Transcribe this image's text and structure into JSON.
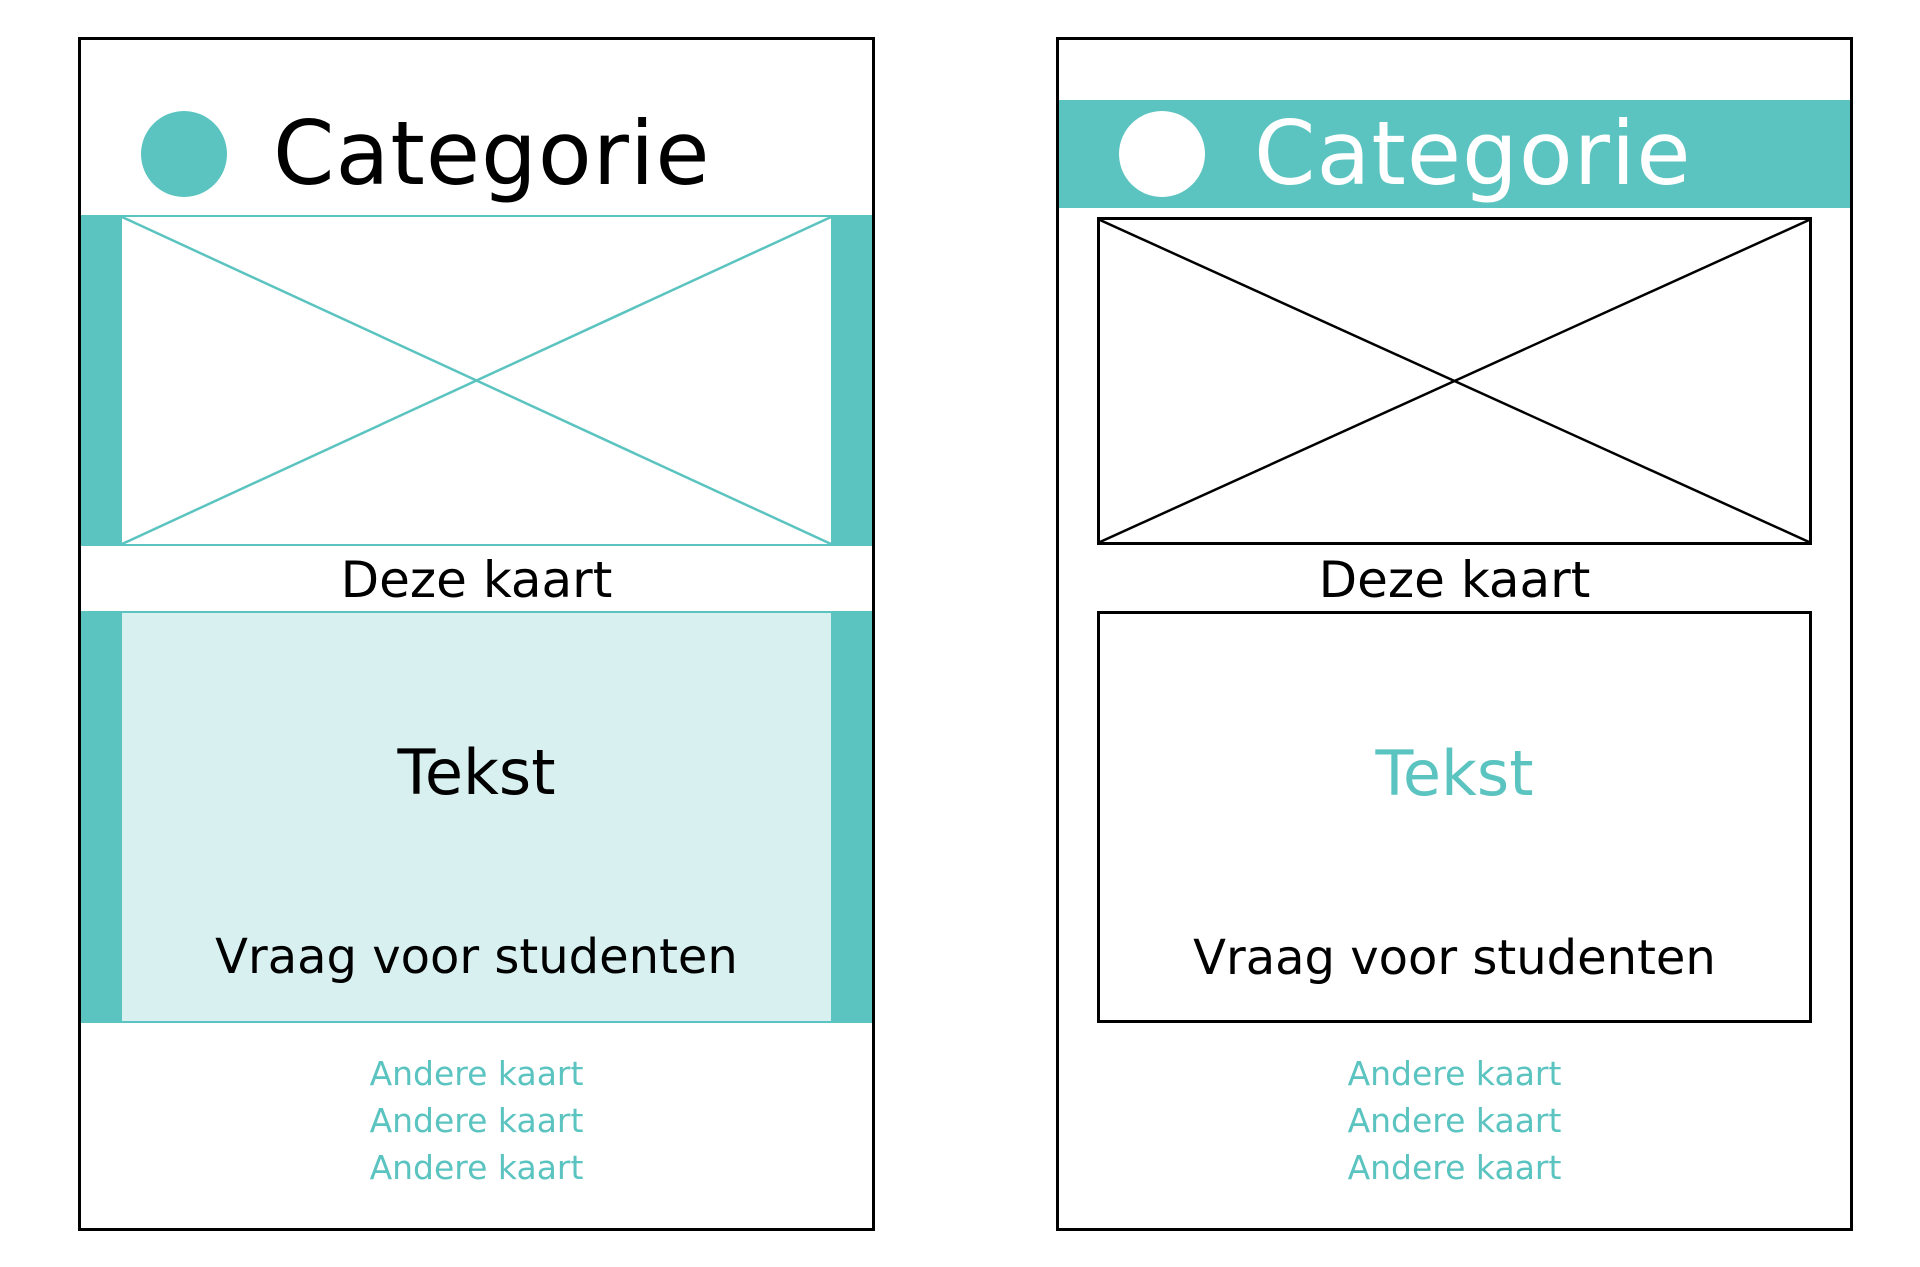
{
  "colors": {
    "accent": "#5bc4c0",
    "accent_light": "#d8f1f0",
    "outline": "#000000"
  },
  "cards": {
    "left": {
      "category_title": "Categorie",
      "caption": "Deze kaart",
      "text_heading": "Tekst",
      "question": "Vraag voor studenten",
      "links": [
        "Andere kaart",
        "Andere kaart",
        "Andere kaart"
      ]
    },
    "right": {
      "category_title": "Categorie",
      "caption": "Deze kaart",
      "text_heading": "Tekst",
      "question": "Vraag voor studenten",
      "links": [
        "Andere kaart",
        "Andere kaart",
        "Andere kaart"
      ]
    }
  }
}
